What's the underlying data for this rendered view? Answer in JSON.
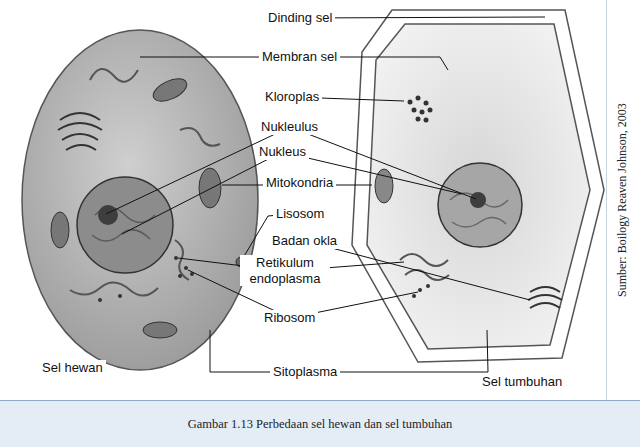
{
  "diagram": {
    "caption": "Gambar 1.13 Perbedaan sel hewan dan sel tumbuhan",
    "labels": [
      "Dinding sel",
      "Membran sel",
      "Kloroplas",
      "Nukleulus",
      "Nukleus",
      "Mitokondria",
      "Lisosom",
      "Badan okla",
      "Retikulum endoplasma",
      "Ribosom",
      "Sel hewan",
      "Sitoplasma",
      "Sel tumbuhan",
      "Sumber: Boilogy Reaven Johnson, 2003"
    ]
  }
}
